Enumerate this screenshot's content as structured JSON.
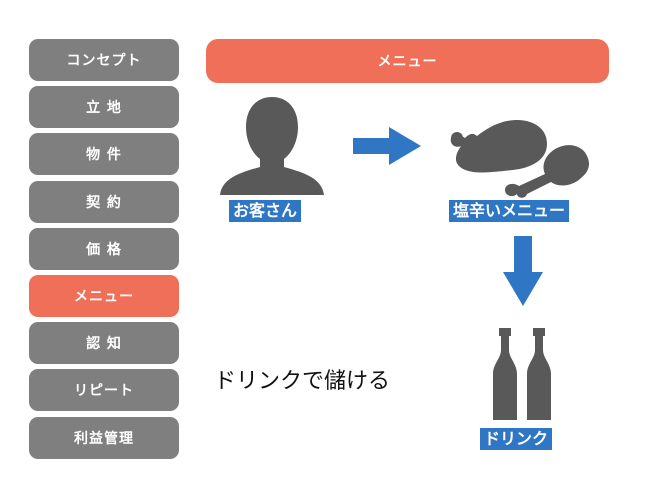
{
  "sidebar": {
    "items": [
      {
        "label": "コンセプト",
        "active": false
      },
      {
        "label": "立 地",
        "active": false
      },
      {
        "label": "物 件",
        "active": false
      },
      {
        "label": "契 約",
        "active": false
      },
      {
        "label": "価 格",
        "active": false
      },
      {
        "label": "メニュー",
        "active": true
      },
      {
        "label": "認 知",
        "active": false
      },
      {
        "label": "リピート",
        "active": false
      },
      {
        "label": "利益管理",
        "active": false
      }
    ]
  },
  "header": {
    "title": "メニュー"
  },
  "diagram": {
    "customer_label": "お客さん",
    "salty_menu_label": "塩辛いメニュー",
    "drink_label": "ドリンク",
    "profit_text": "ドリンクで儲ける"
  },
  "colors": {
    "accent": "#ef6f58",
    "sidebar_gray": "#7f7f7f",
    "label_blue": "#2f77c4",
    "icon_gray": "#595959"
  },
  "icons": {
    "customer": "person-silhouette-icon",
    "food": "roast-chicken-icon",
    "drink": "beer-bottles-icon",
    "arrow_right": "arrow-right-icon",
    "arrow_down": "arrow-down-icon"
  }
}
